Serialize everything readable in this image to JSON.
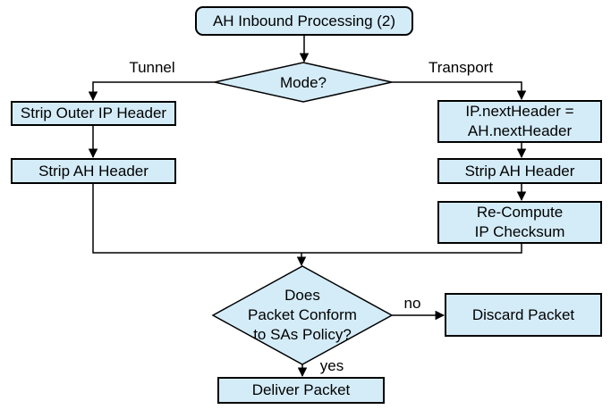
{
  "diagram": {
    "nodes": {
      "start": {
        "label": "AH Inbound Processing (2)"
      },
      "mode_decision": {
        "label": "Mode?"
      },
      "strip_outer_ip_header": {
        "label": "Strip Outer IP Header"
      },
      "strip_ah_header_left": {
        "label": "Strip AH Header"
      },
      "ip_next_header": {
        "lines": [
          "IP.nextHeader =",
          "AH.nextHeader"
        ]
      },
      "strip_ah_header_right": {
        "label": "Strip AH Header"
      },
      "recompute_checksum": {
        "lines": [
          "Re-Compute",
          "IP Checksum"
        ]
      },
      "policy_decision": {
        "lines": [
          "Does",
          "Packet Conform",
          "to SAs Policy?"
        ]
      },
      "discard_packet": {
        "label": "Discard Packet"
      },
      "deliver_packet": {
        "label": "Deliver Packet"
      }
    },
    "edge_labels": {
      "tunnel": "Tunnel",
      "transport": "Transport",
      "no": "no",
      "yes": "yes"
    },
    "colors": {
      "node_fill": "#d4ecf8",
      "node_border": "#000000",
      "line": "#000000",
      "text": "#000000",
      "background": "#ffffff"
    }
  }
}
